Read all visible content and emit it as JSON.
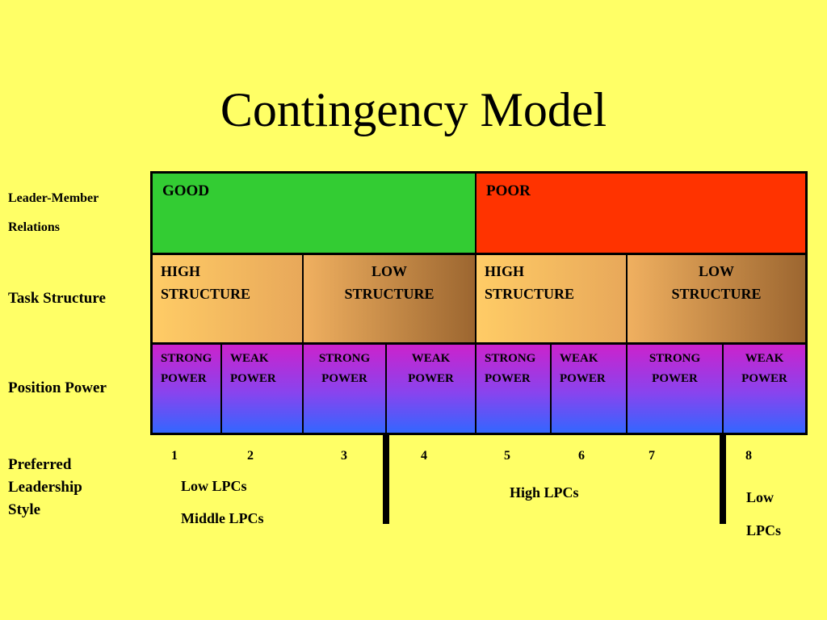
{
  "title": "Contingency Model",
  "row_labels": {
    "leader_member_relations": "Leader-Member\nRelations",
    "task_structure": "Task Structure",
    "position_power": "Position Power",
    "preferred_leadership_style": "Preferred\nLeadership\nStyle"
  },
  "leader_member": {
    "good": "GOOD",
    "poor": "POOR"
  },
  "task_structure": {
    "high": "HIGH\nSTRUCTURE",
    "low": "LOW\nSTRUCTURE"
  },
  "position_power": {
    "strong": "STRONG\nPOWER",
    "weak": "WEAK\nPOWER"
  },
  "octants": [
    "1",
    "2",
    "3",
    "4",
    "5",
    "6",
    "7",
    "8"
  ],
  "preferred_style": {
    "low_lpcs": "Low LPCs",
    "middle_lpcs": "Middle LPCs",
    "high_lpcs": "High LPCs",
    "low_lpcs_right": "Low\nLPCs"
  },
  "colors": {
    "background": "#ffff66",
    "good": "#33cc33",
    "poor": "#ff3300"
  }
}
